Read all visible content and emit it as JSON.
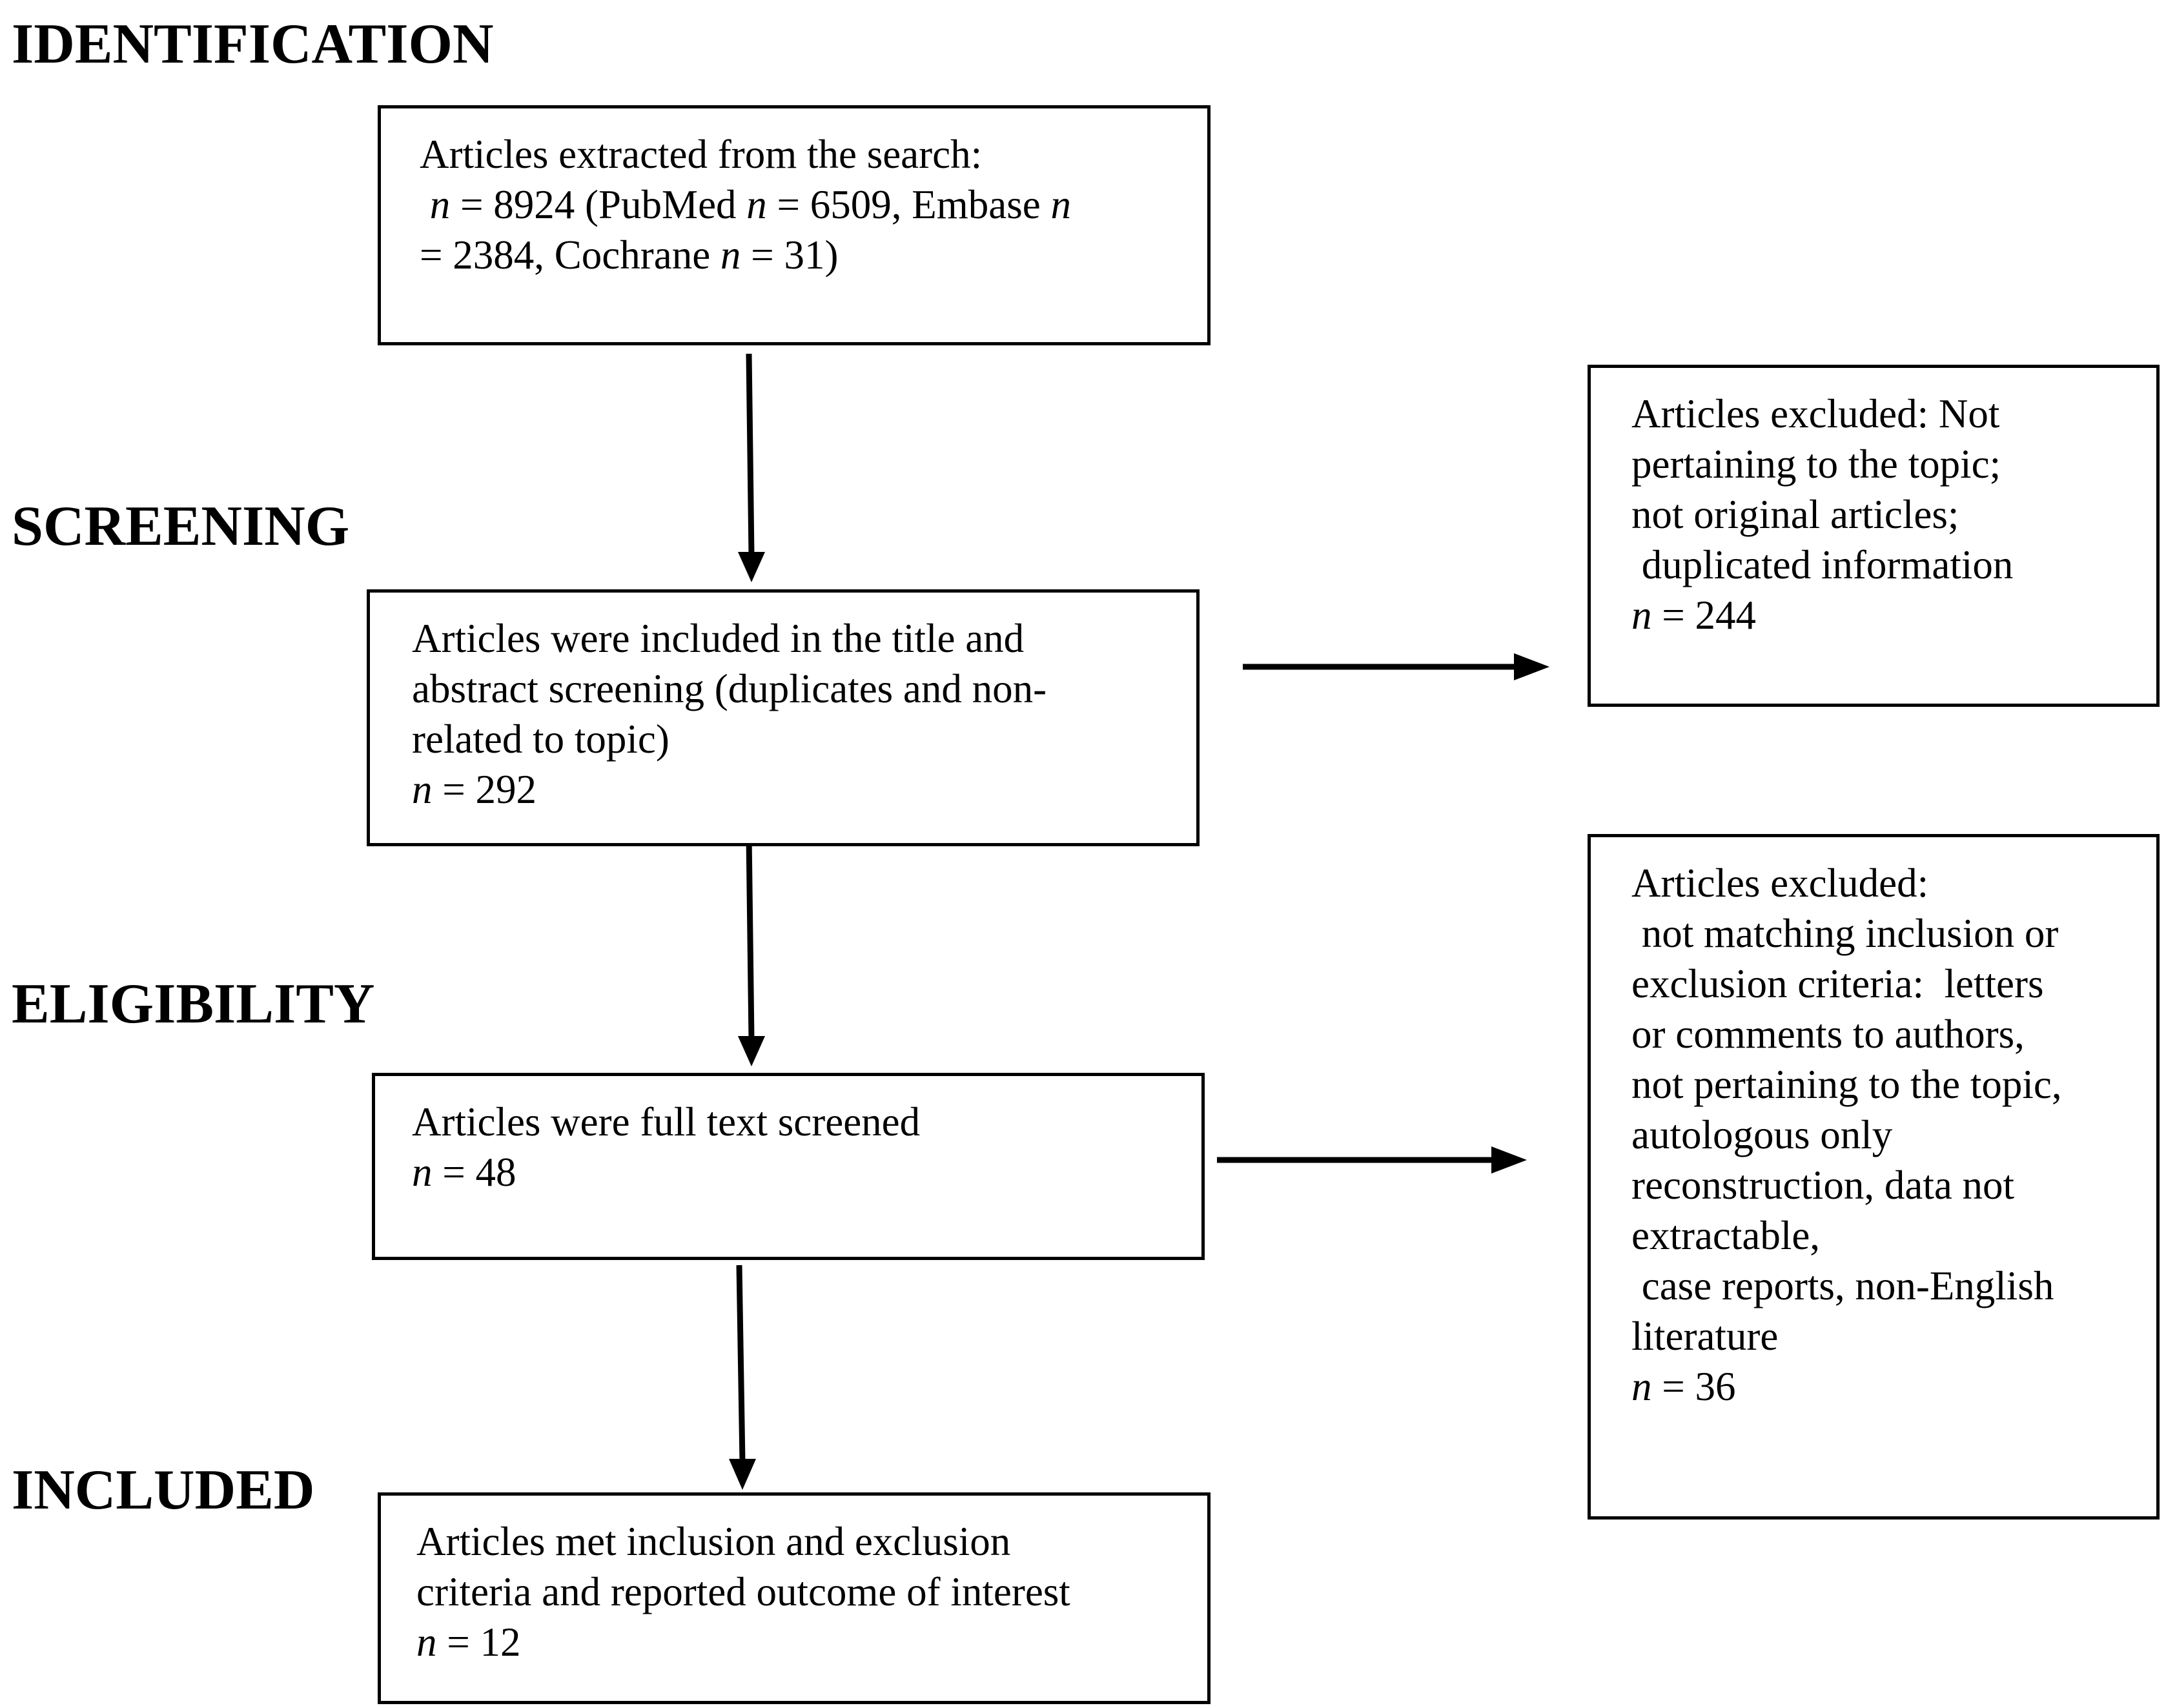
{
  "stages": {
    "identification": "IDENTIFICATION",
    "screening": "SCREENING",
    "eligibility": "ELIGIBILITY",
    "included": "INCLUDED"
  },
  "boxes": {
    "search": {
      "text": "Articles extracted from the search:",
      "n_prefix": "n",
      "n_value": " = 8924 (PubMed ",
      "pubmed_n": "n",
      "pubmed_value": " = 6509, Embase ",
      "embase_n": "n",
      "embase_value": "= 2384, Cochrane ",
      "cochrane_n": "n",
      "cochrane_value": " = 31)"
    },
    "screening": {
      "line1": "Articles were included in the title and",
      "line2": "abstract screening (duplicates and non-",
      "line3": "related to topic)",
      "n_label": "n",
      "n_value": " = 292"
    },
    "fulltext": {
      "line1": "Articles were full text screened",
      "n_label": "n",
      "n_value": " = 48"
    },
    "included": {
      "line1": "Articles met inclusion and exclusion",
      "line2": "criteria and reported outcome of interest",
      "n_label": "n",
      "n_value": " = 12"
    },
    "excluded1": {
      "line1": "Articles excluded: Not",
      "line2": "pertaining to the topic;",
      "line3": "not original articles;",
      "line4": " duplicated information",
      "n_label": "n",
      "n_value": " = 244"
    },
    "excluded2": {
      "line1": "Articles excluded:",
      "line2": " not matching inclusion or",
      "line3": "exclusion criteria:  letters",
      "line4": "or comments to authors,",
      "line5": "not pertaining to the topic,",
      "line6": "autologous only",
      "line7": "reconstruction, data not",
      "line8": "extractable,",
      "line9": " case reports, non-English",
      "line10": "literature",
      "n_label": "n",
      "n_value": " = 36"
    }
  }
}
